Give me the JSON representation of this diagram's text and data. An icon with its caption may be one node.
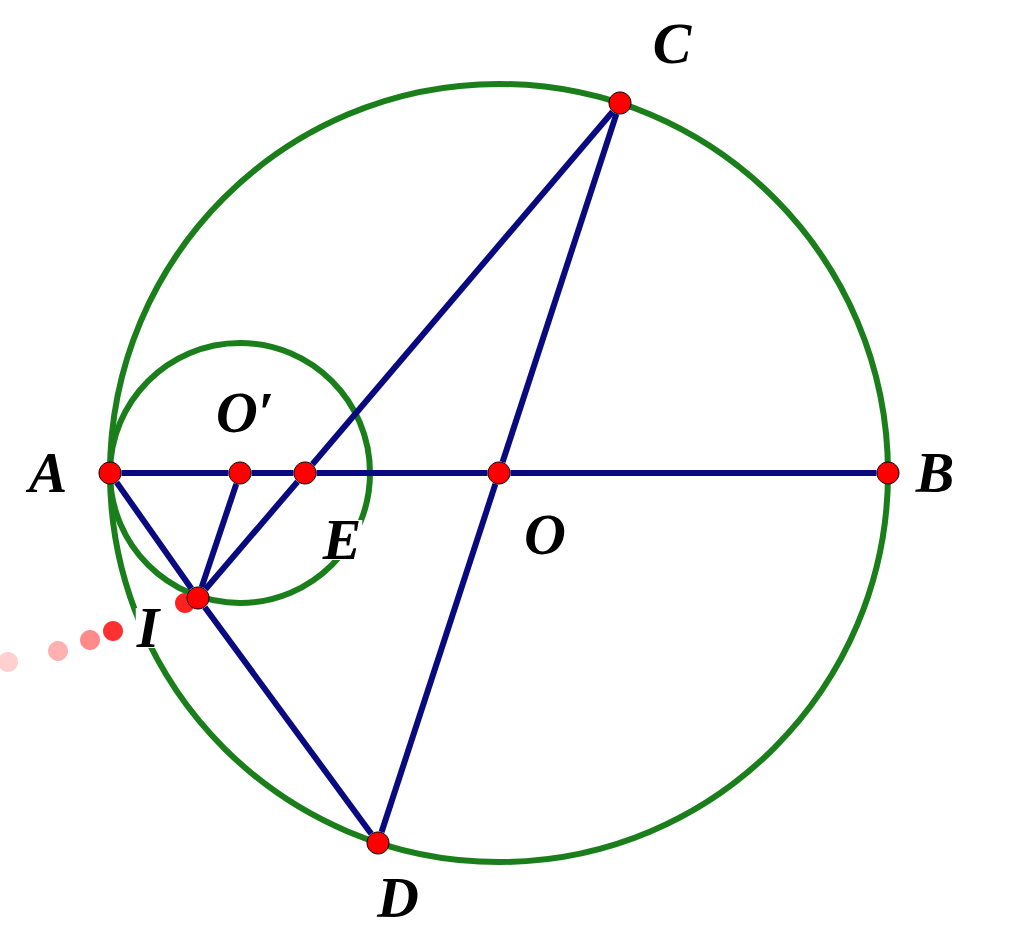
{
  "diagram": {
    "nodes": [
      {
        "text": [
          "A"
        ]
      },
      {
        "text": [
          "O′"
        ]
      },
      {
        "text": [
          "E"
        ]
      },
      {
        "text": [
          "O"
        ]
      },
      {
        "text": [
          "B"
        ]
      },
      {
        "text": [
          "C"
        ]
      },
      {
        "text": [
          "I"
        ]
      },
      {
        "text": [
          "D"
        ]
      }
    ],
    "edges": [
      {
        "from": 0,
        "to": 1,
        "arrow": "none"
      },
      {
        "from": 1,
        "to": 2,
        "arrow": "none"
      },
      {
        "from": 2,
        "to": 3,
        "arrow": "none"
      },
      {
        "from": 3,
        "to": 4,
        "arrow": "none"
      },
      {
        "from": 5,
        "to": 2,
        "arrow": "none"
      },
      {
        "from": 2,
        "to": 6,
        "arrow": "none"
      },
      {
        "from": 5,
        "to": 3,
        "arrow": "none"
      },
      {
        "from": 3,
        "to": 7,
        "arrow": "none"
      },
      {
        "from": 0,
        "to": 6,
        "arrow": "none"
      },
      {
        "from": 6,
        "to": 7,
        "arrow": "none"
      },
      {
        "from": 1,
        "to": 6,
        "arrow": "none"
      }
    ]
  }
}
